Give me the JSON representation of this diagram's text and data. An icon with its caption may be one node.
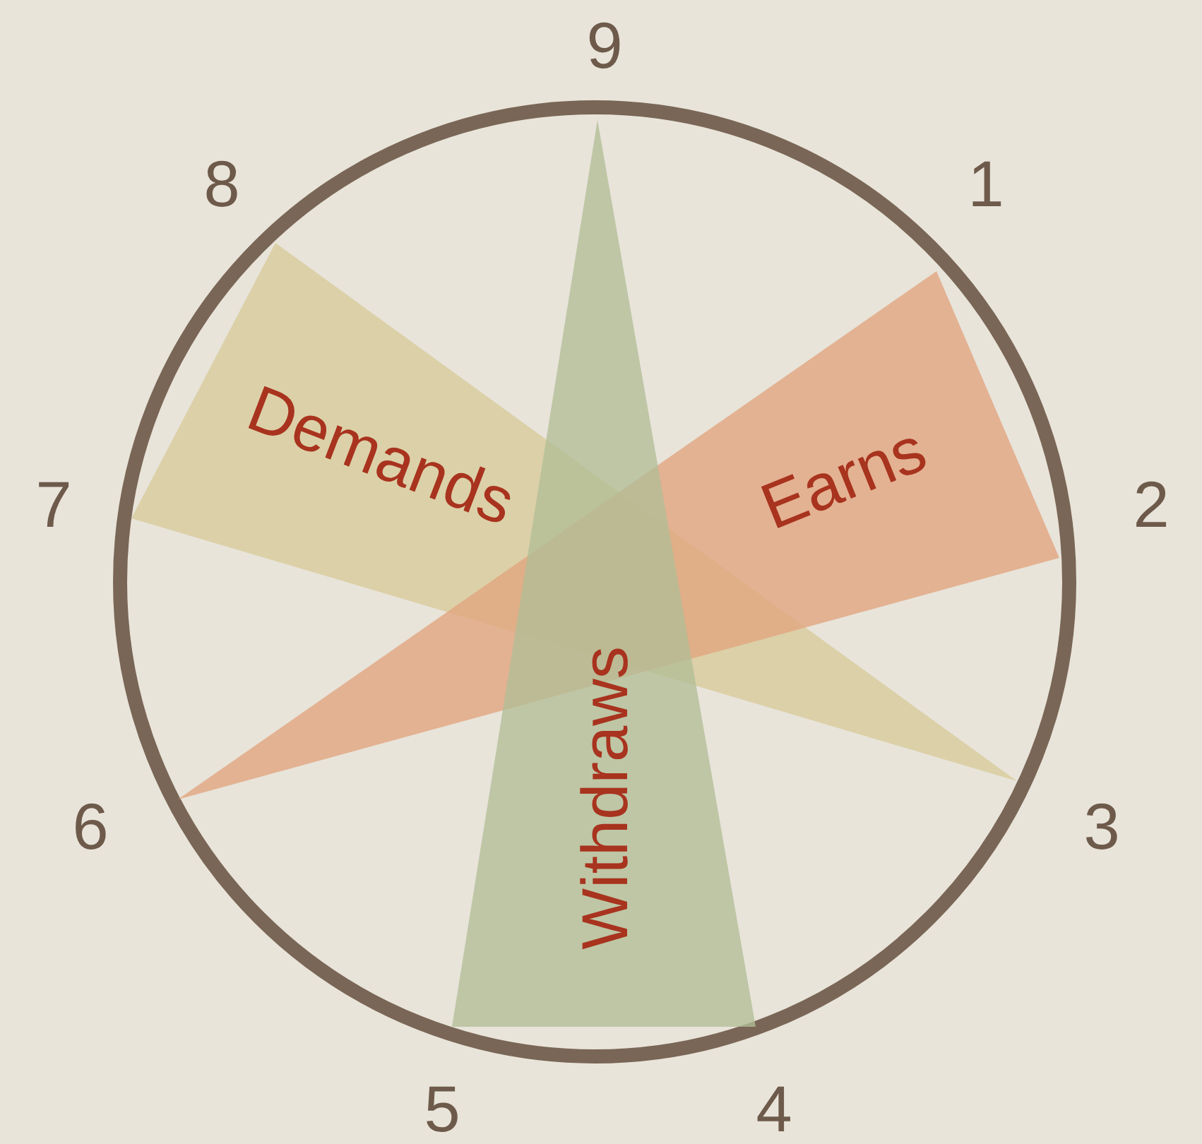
{
  "diagram": {
    "nodes": [
      {
        "text": [
          "Demands"
        ]
      },
      {
        "text": [
          "Earns"
        ]
      },
      {
        "text": [
          "Withdraws"
        ]
      }
    ],
    "labels": [
      "9",
      "8",
      "1",
      "7",
      "2",
      "6",
      "3",
      "5",
      "4"
    ]
  }
}
